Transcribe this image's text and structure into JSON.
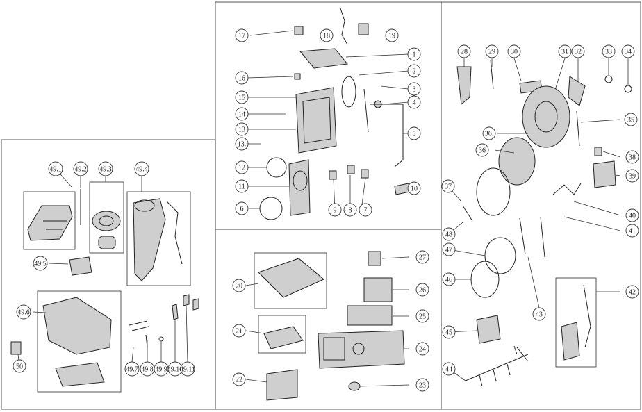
{
  "sections": {
    "dryer": {
      "label_vertical": "",
      "callouts": [
        "49.1",
        "49.2",
        "49.3",
        "49.4",
        "49.5",
        "49.6",
        "49.7",
        "49.8",
        "49.9",
        "49.10",
        "49.11",
        "50"
      ]
    },
    "cabinet": {
      "callouts": [
        "17",
        "18",
        "19",
        "1",
        "16",
        "2",
        "15",
        "3",
        "14",
        "4",
        "13",
        "5",
        "13.",
        "12",
        "11",
        "10",
        "9",
        "8",
        "7",
        "6"
      ]
    },
    "controls": {
      "callouts": [
        "27",
        "20",
        "26",
        "21",
        "25",
        "24",
        "22",
        "23"
      ]
    },
    "tub": {
      "callouts": [
        "28",
        "29",
        "30",
        "31",
        "32",
        "33",
        "34",
        "35",
        "36.",
        "36",
        "37",
        "38",
        "39",
        "40",
        "41",
        "48",
        "47",
        "46",
        "43",
        "42",
        "45",
        "44"
      ]
    }
  },
  "colors": {
    "line": "#222222",
    "fill": "#cfcfcf",
    "background": "#ffffff"
  }
}
